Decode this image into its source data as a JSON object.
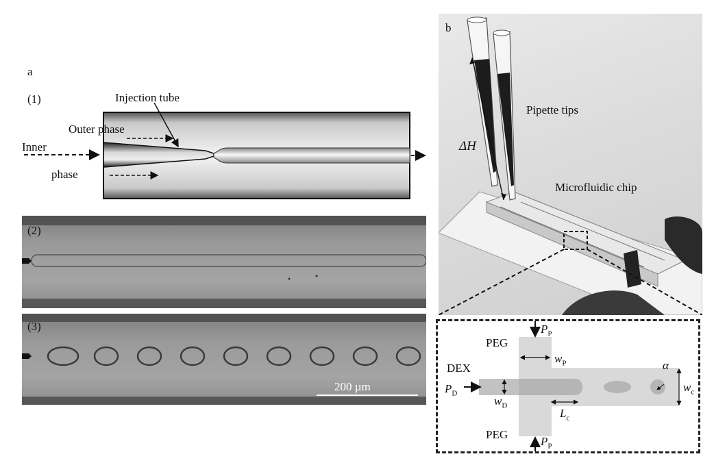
{
  "panel_a": {
    "letter": "a",
    "sub1": {
      "label": "(1)",
      "injection_tube": "Injection tube",
      "outer_phase": "Outer phase",
      "inner": "Inner",
      "phase": "phase"
    },
    "sub2": {
      "label": "(2)"
    },
    "sub3": {
      "label": "(3)",
      "scale_bar": "200 µm",
      "droplet_count": 9
    }
  },
  "panel_b": {
    "letter": "b",
    "pipette_tips": "Pipette tips",
    "delta_h": "ΔH",
    "microfluidic_chip": "Microfluidic chip",
    "inset": {
      "peg_top": "PEG",
      "peg_bottom": "PEG",
      "dex": "DEX",
      "p_p_main": "P",
      "p_p_sub": "P",
      "p_d_main": "P",
      "p_d_sub": "D",
      "w_p_main": "w",
      "w_p_sub": "P",
      "w_d_main": "w",
      "w_d_sub": "D",
      "w_c_main": "w",
      "w_c_sub": "c",
      "l_c_main": "L",
      "l_c_sub": "c",
      "alpha": "α"
    }
  }
}
